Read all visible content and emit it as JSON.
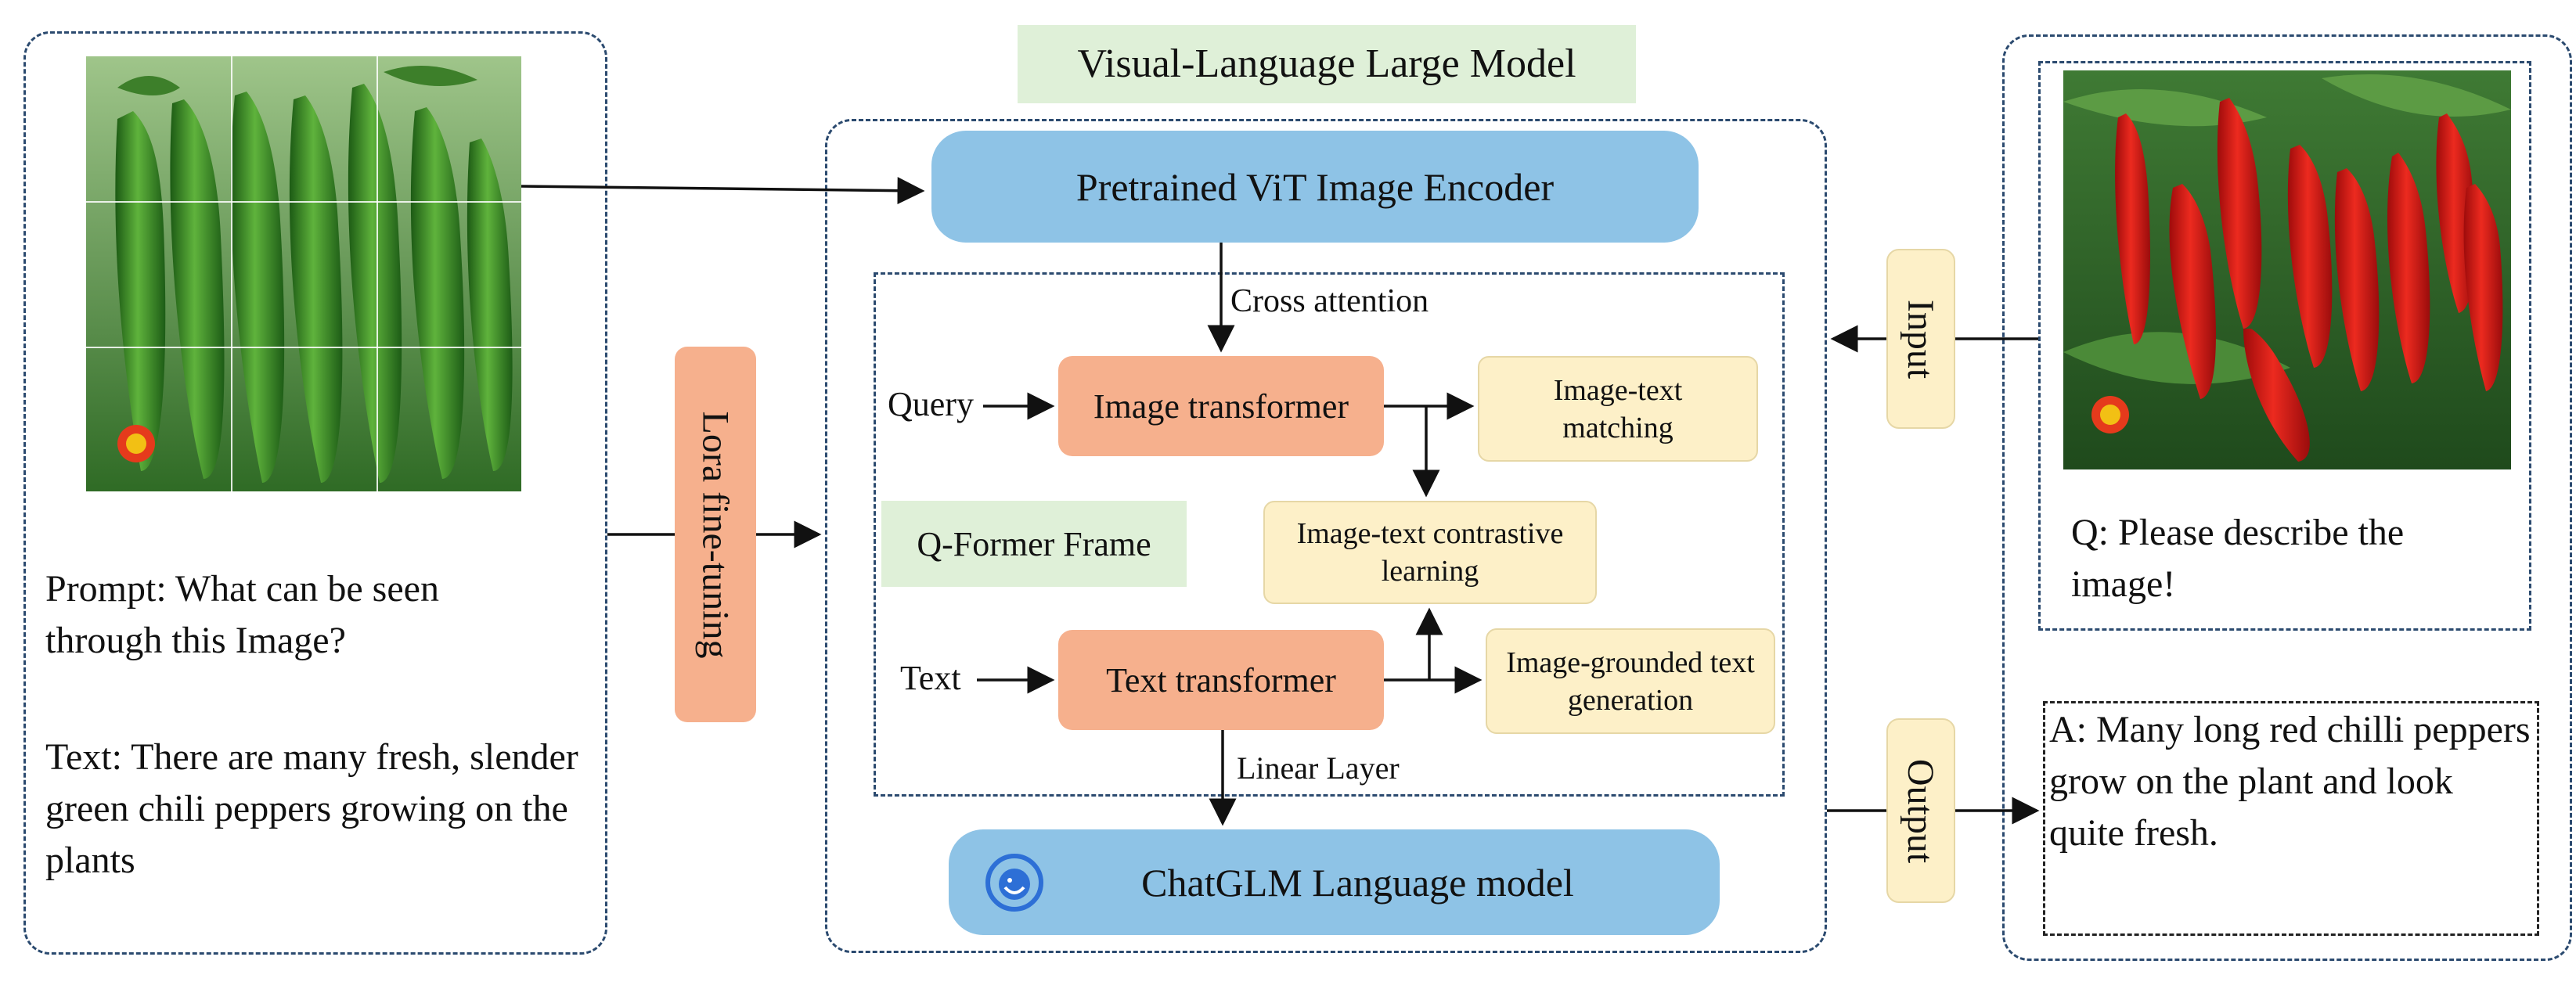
{
  "title": "Visual-Language Large Model",
  "left_panel": {
    "prompt_text": "Prompt: What can be seen through this Image?",
    "caption_text": "Text: There are many fresh, slender green chili peppers growing on the plants"
  },
  "lora_label": "Lora fine-tuning",
  "vit_encoder": "Pretrained ViT Image Encoder",
  "cross_attention": "Cross attention",
  "query_label": "Query",
  "image_transformer": "Image transformer",
  "image_text_matching": "Image-text matching",
  "qformer_label": "Q-Former Frame",
  "contrastive": "Image-text contrastive learning",
  "text_label": "Text",
  "text_transformer": "Text transformer",
  "grounded_generation": "Image-grounded text generation",
  "linear_layer": "Linear Layer",
  "chatglm": "ChatGLM Language model",
  "input_label": "Input",
  "output_label": "Output",
  "right_panel": {
    "question": "Q: Please describe the image!",
    "answer": "A: Many long red chilli peppers grow on the plant and look quite fresh."
  },
  "colors": {
    "dash_border": "#2b4a6f",
    "blue_pill": "#8ec3e6",
    "orange_box": "#f6b08d",
    "cream_box": "#fdf0c8",
    "green_label": "#dff0d8",
    "input_output_box": "#fdf0c8"
  }
}
